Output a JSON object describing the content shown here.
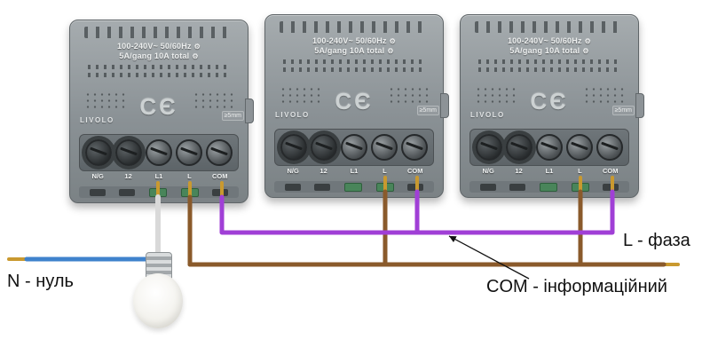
{
  "module_count": 3,
  "module": {
    "brand": "LIVOLO",
    "ratings_line1": "100-240V~  50/60Hz",
    "ratings_line2": "5A/gang 10A total",
    "gear_icon": "⚙",
    "ce_mark": "CЄ",
    "strip_length_mark": "≥5mm",
    "terminal_labels": [
      "N/G",
      "12",
      "L1",
      "L",
      "COM"
    ]
  },
  "wire_labels": {
    "neutral": "N - нуль",
    "phase": "L - фаза",
    "com": "COM - інформаційний"
  },
  "colors": {
    "neutral_wire": "#3f82cc",
    "phase_wire": "#8a5a2b",
    "com_wire": "#a03fd6",
    "load_wire": "#d9d9d9",
    "copper_tip": "#c9992f",
    "annotation": "#111111"
  }
}
